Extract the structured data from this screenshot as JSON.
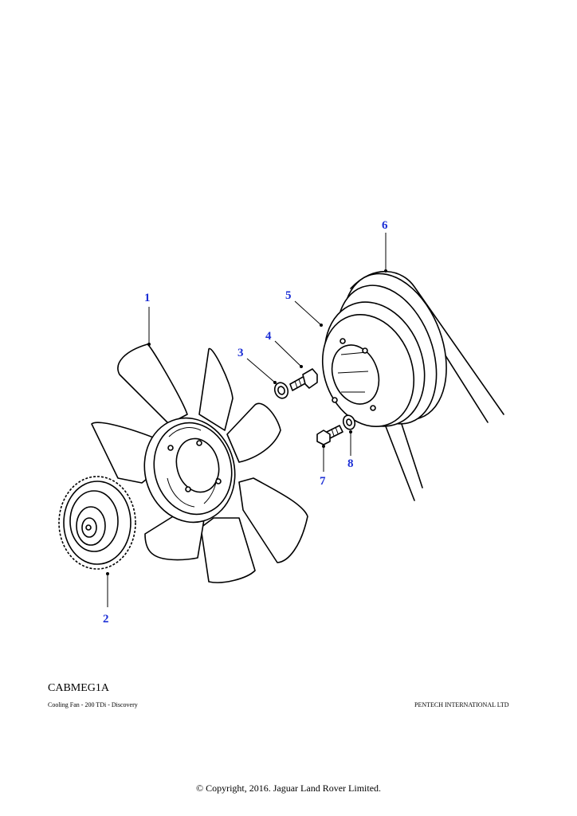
{
  "diagram": {
    "code": "CABMEG1A",
    "title": "Cooling Fan - 200 TDi - Discovery",
    "vendor": "PENTECH INTERNATIONAL LTD",
    "copyright": "© Copyright, 2016. Jaguar Land Rover Limited.",
    "callout_color": "#1c2fd6",
    "callouts": [
      {
        "label": "1",
        "part": "fan-blade"
      },
      {
        "label": "2",
        "part": "viscous-coupling"
      },
      {
        "label": "3",
        "part": "washer"
      },
      {
        "label": "4",
        "part": "bolt"
      },
      {
        "label": "5",
        "part": "pulley"
      },
      {
        "label": "6",
        "part": "drive-belt"
      },
      {
        "label": "7",
        "part": "bolt"
      },
      {
        "label": "8",
        "part": "washer"
      }
    ]
  }
}
